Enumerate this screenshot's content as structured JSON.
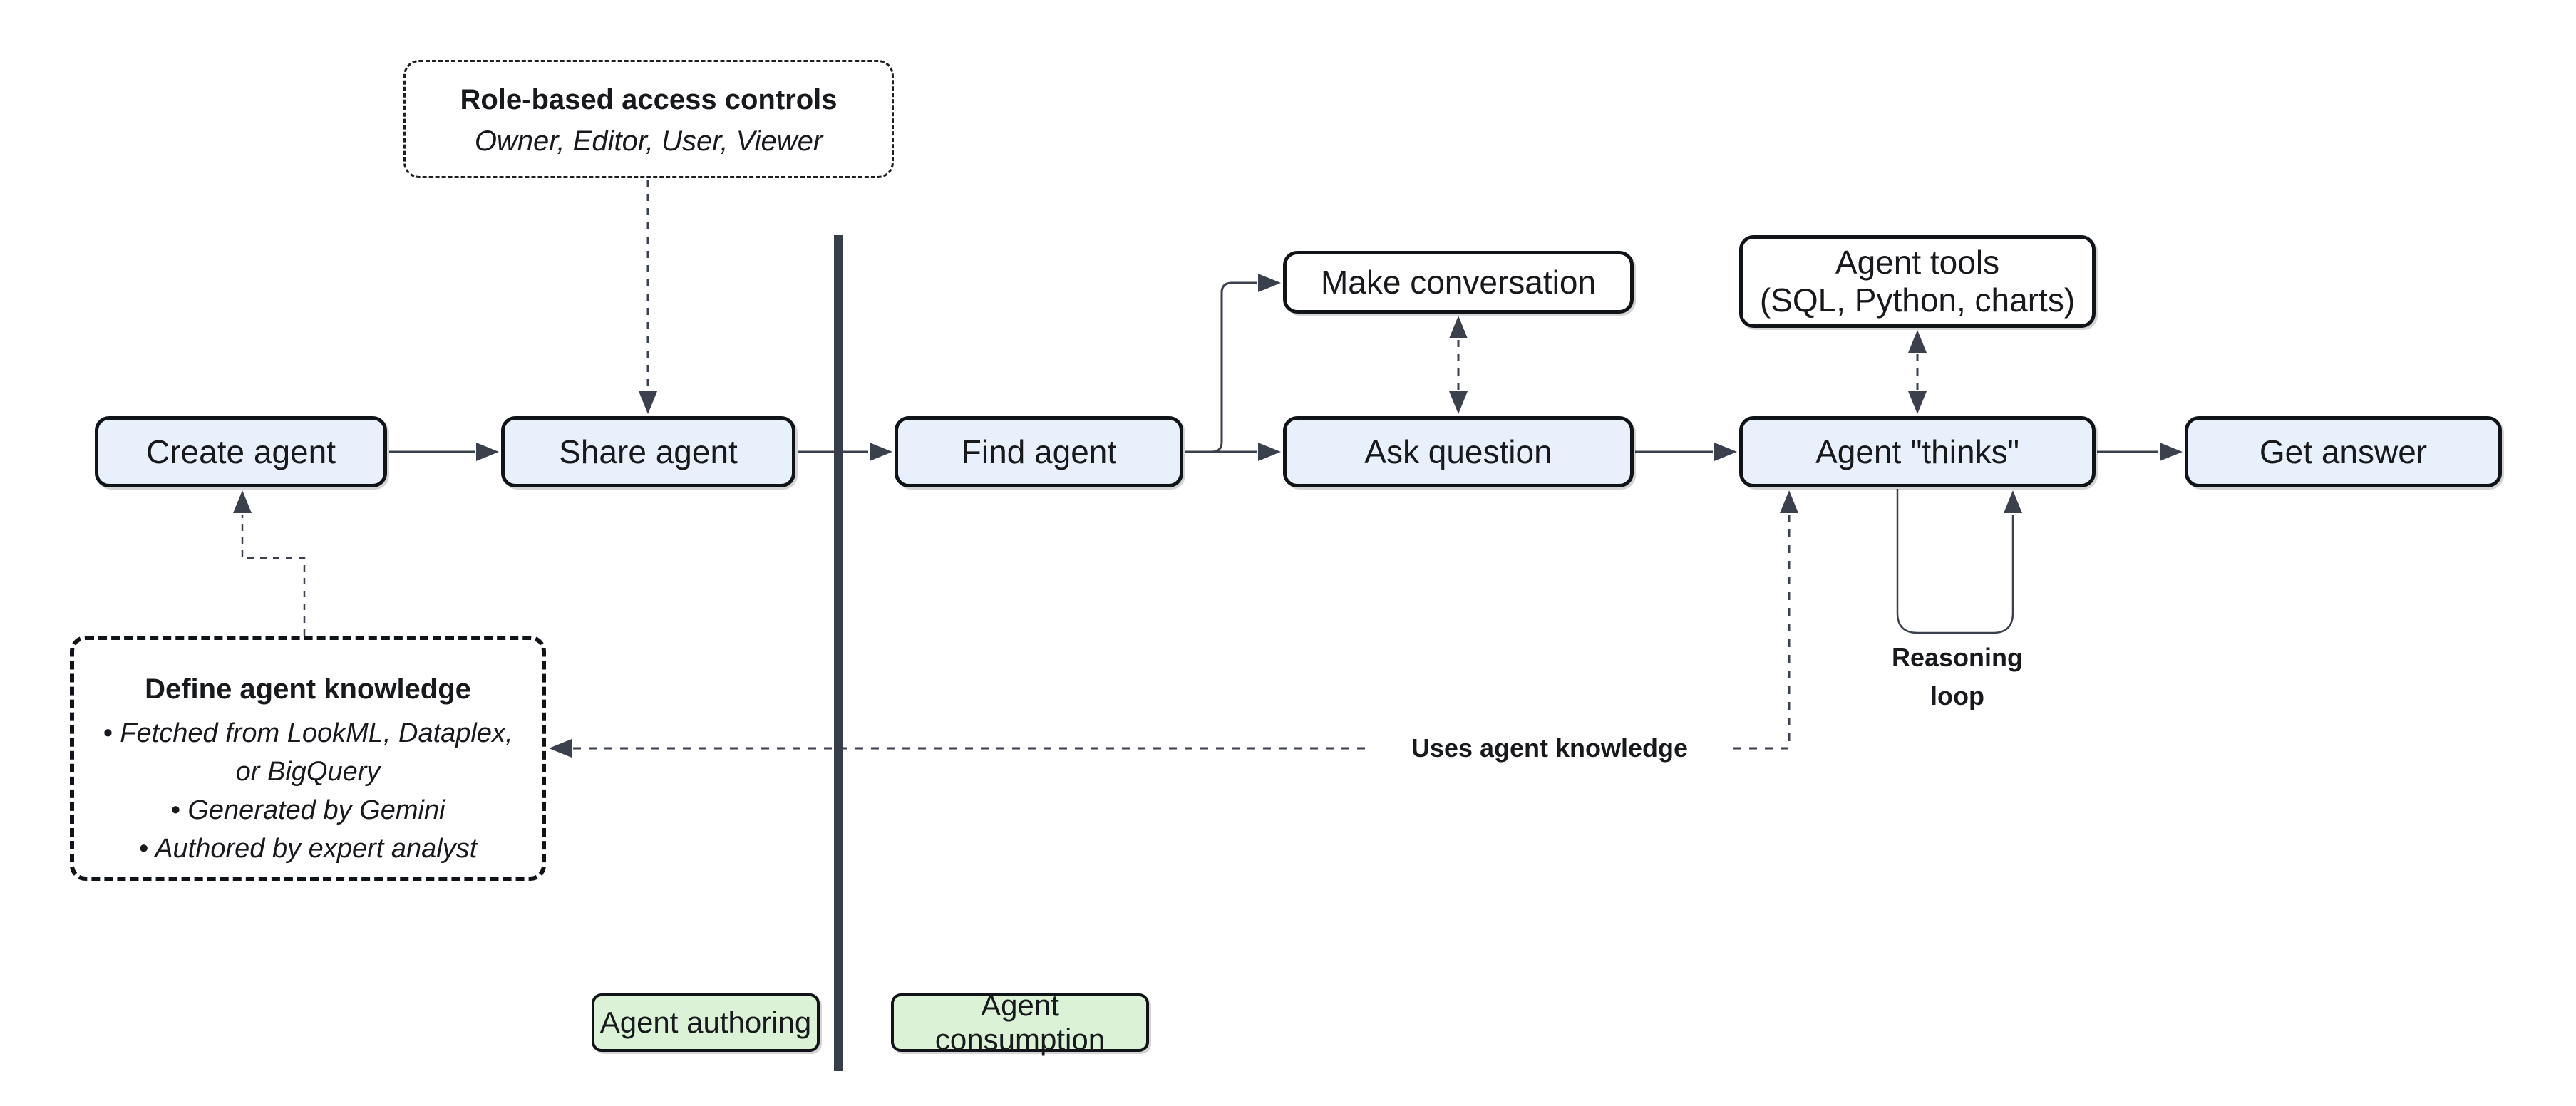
{
  "diagram": {
    "title_implied": "Agent lifecycle flow",
    "colors": {
      "node_fill_blue": "#e8f0fc",
      "node_fill_white": "#ffffff",
      "node_border": "#101317",
      "badge_fill_green": "#dbf2d6",
      "connector": "#3a414d",
      "divider": "#363e4a",
      "text": "#17191d",
      "background": "#ffffff"
    },
    "nodes": {
      "create_agent": {
        "label": "Create agent"
      },
      "share_agent": {
        "label": "Share agent"
      },
      "find_agent": {
        "label": "Find agent"
      },
      "make_conversation": {
        "label": "Make conversation"
      },
      "ask_question": {
        "label": "Ask question"
      },
      "agent_tools": {
        "line1": "Agent tools",
        "line2": "(SQL, Python, charts)"
      },
      "agent_thinks": {
        "label": "Agent \"thinks\""
      },
      "get_answer": {
        "label": "Get answer"
      }
    },
    "annotations": {
      "role_access": {
        "title": "Role-based access controls",
        "subtitle": "Owner, Editor, User, Viewer"
      },
      "define_knowledge": {
        "title": "Define agent knowledge",
        "bullets": [
          "• Fetched from LookML, Dataplex,",
          "or BigQuery",
          "• Generated by Gemini",
          "• Authored by expert analyst"
        ]
      },
      "uses_knowledge_label": "Uses agent knowledge",
      "reasoning_loop": {
        "line1": "Reasoning",
        "line2": "loop"
      }
    },
    "badges": {
      "authoring": "Agent authoring",
      "consumption": "Agent consumption"
    }
  }
}
